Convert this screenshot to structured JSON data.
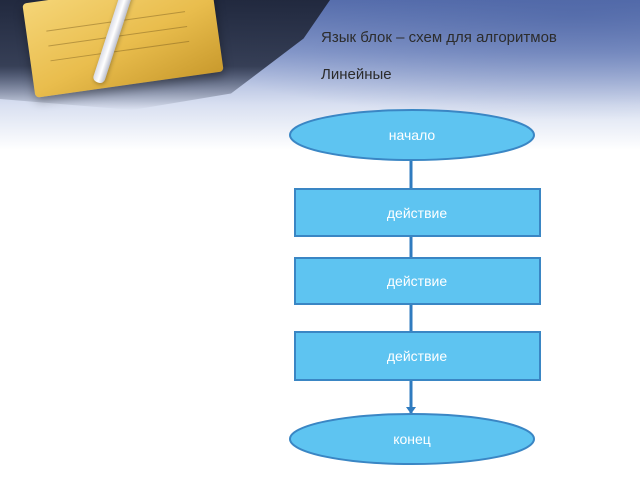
{
  "slide": {
    "title": "Язык блок – схем для алгоритмов",
    "subtitle": "Линейные"
  },
  "colors": {
    "node_fill": "#5ec4f1",
    "node_stroke": "#3a86c4",
    "connector": "#2f7bbf",
    "text": "#ffffff"
  },
  "flowchart": {
    "start": "начало",
    "actions": [
      "действие",
      "действие",
      "действие"
    ],
    "end": "конец"
  }
}
